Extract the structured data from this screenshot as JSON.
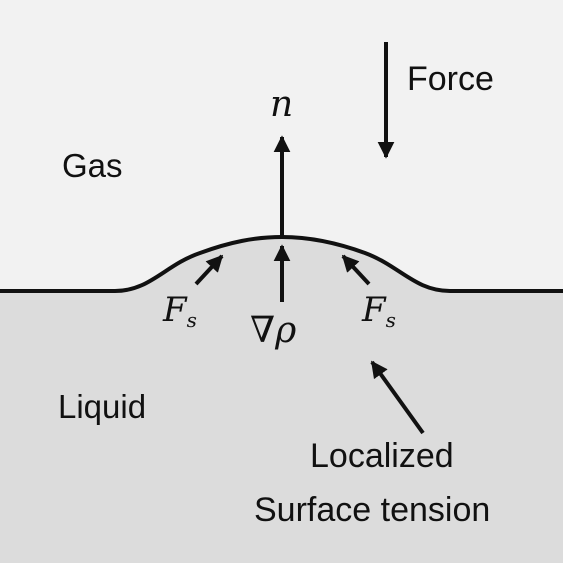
{
  "labels": {
    "force": "Force",
    "normal": "n",
    "gas": "Gas",
    "liquid": "Liquid",
    "fs_left_main": "F",
    "fs_left_sub": "s",
    "grad_rho": "∇ρ",
    "fs_right_main": "F",
    "fs_right_sub": "s",
    "localized_line1": "Localized",
    "localized_line2": "Surface tension"
  },
  "colors": {
    "gas_background": "#f2f2f2",
    "liquid_fill": "#dcdcdc",
    "ink": "#111111"
  },
  "icons": [
    "arrow-icon"
  ]
}
